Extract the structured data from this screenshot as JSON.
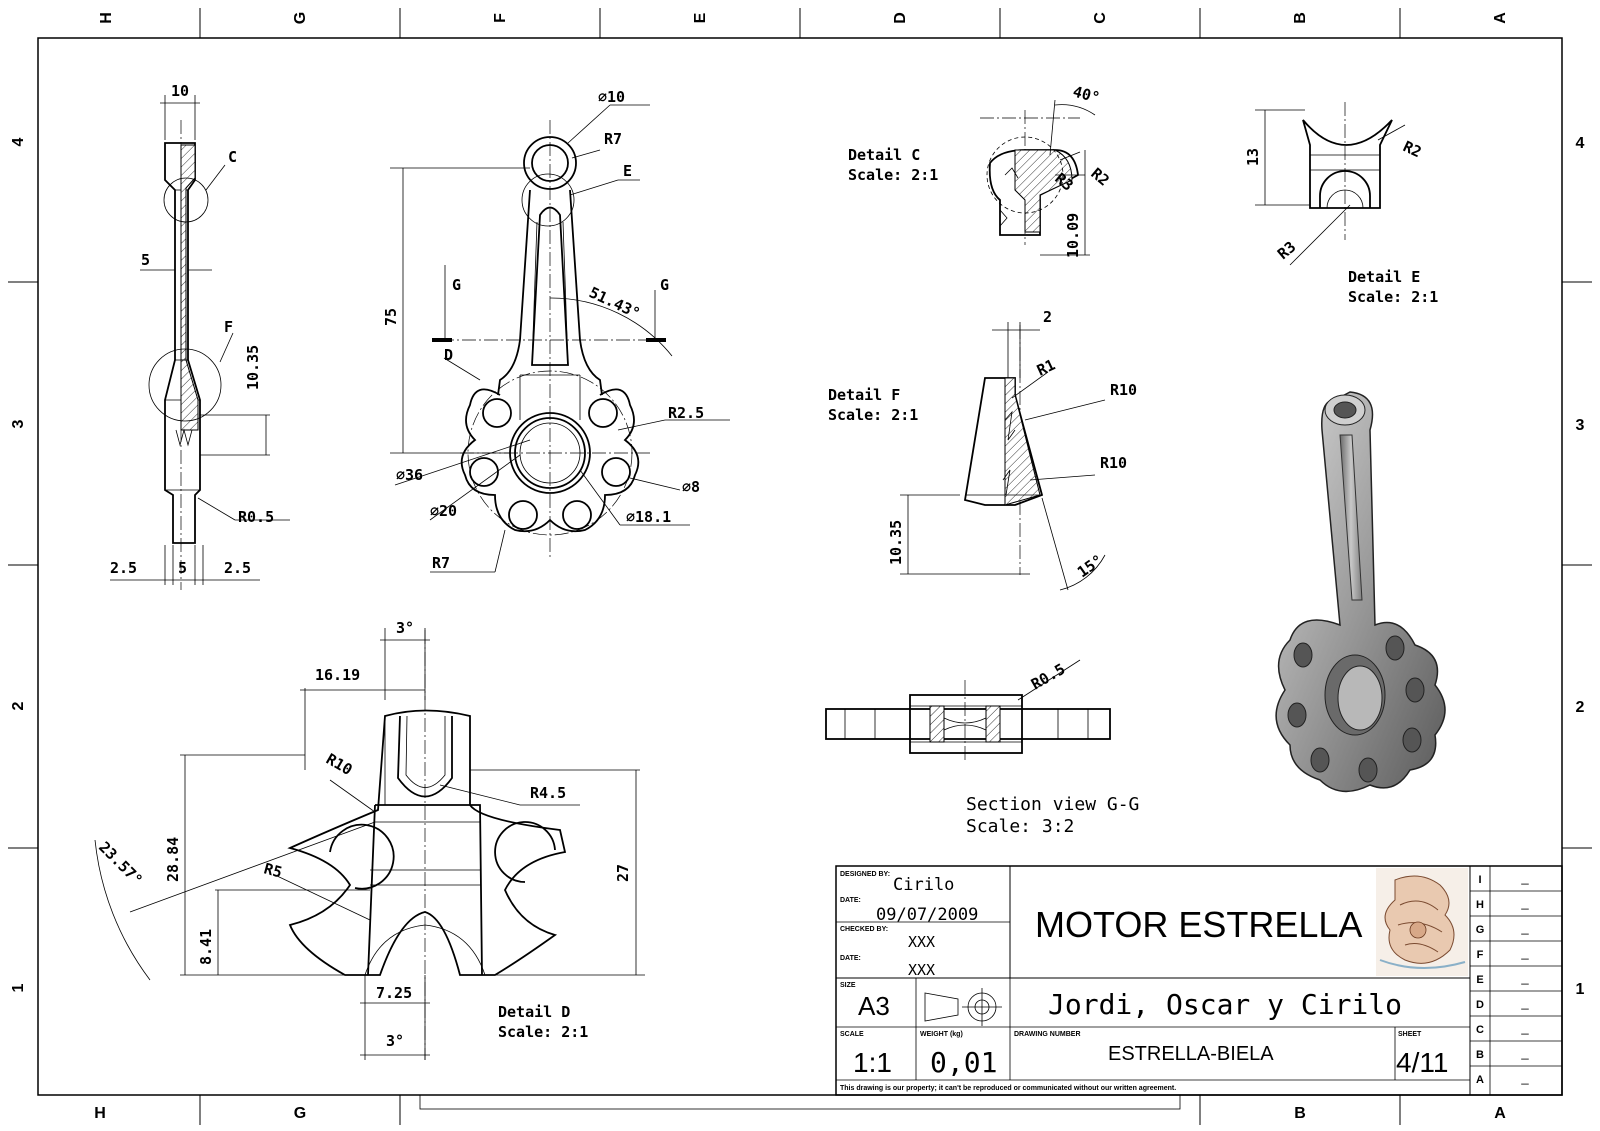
{
  "frame": {
    "cols_top": [
      "H",
      "G",
      "F",
      "E",
      "D",
      "C",
      "B",
      "A"
    ],
    "cols_bottom": [
      "H",
      "G",
      "B",
      "A"
    ],
    "rows": [
      "4",
      "3",
      "2",
      "1"
    ]
  },
  "side_view": {
    "dim_10": "10",
    "label_c": "C",
    "dim_5": "5",
    "label_f": "F",
    "dim_10_35": "10.35",
    "dim_r0_5": "R0.5",
    "dim_2_5_left": "2.5",
    "dim_5_bottom": "5",
    "dim_2_5_right": "2.5"
  },
  "front_view": {
    "dim_d10": "∅10",
    "dim_r7_top": "R7",
    "label_e": "E",
    "dim_75": "75",
    "label_g_left": "G",
    "label_g_right": "G",
    "dim_angle": "51.43°",
    "label_d": "D",
    "dim_r2_5": "R2.5",
    "dim_d36": "∅36",
    "dim_d8": "∅8",
    "dim_d20": "∅20",
    "dim_d18_1": "∅18.1",
    "dim_r7_bottom": "R7"
  },
  "detail_c": {
    "title": "Detail C",
    "scale": "Scale:  2:1",
    "dim_40": "40°",
    "dim_r2": "R2",
    "dim_r3": "R3",
    "dim_10_09": "10.09"
  },
  "detail_e": {
    "title": "Detail E",
    "scale": "Scale:  2:1",
    "dim_13": "13",
    "dim_r2": "R2",
    "dim_r3": "R3"
  },
  "detail_f": {
    "title": "Detail F",
    "scale": "Scale:  2:1",
    "dim_2": "2",
    "dim_r1": "R1",
    "dim_r10_top": "R10",
    "dim_r10_bottom": "R10",
    "dim_10_35": "10.35",
    "dim_15": "15°"
  },
  "section_gg": {
    "dim_r0_5": "R0.5",
    "title": "Section view G-G",
    "scale": "Scale:  3:2"
  },
  "detail_d": {
    "dim_3_top": "3°",
    "dim_16_19": "16.19",
    "dim_r10": "R10",
    "dim_r4_5": "R4.5",
    "dim_23_57": "23.57°",
    "dim_28_84": "28.84",
    "dim_27": "27",
    "dim_r5": "R5",
    "dim_8_41": "8.41",
    "dim_7_25": "7.25",
    "dim_3_bottom": "3°",
    "title": "Detail D",
    "scale": "Scale:  2:1"
  },
  "title_block": {
    "designed_by_label": "DESIGNED BY:",
    "designed_by": "Cirilo",
    "date_label": "DATE:",
    "date": "09/07/2009",
    "checked_by_label": "CHECKED BY:",
    "checked_by": "XXX",
    "date2_label": "DATE:",
    "date2": "XXX",
    "title": "MOTOR ESTRELLA",
    "size_label": "SIZE",
    "size": "A3",
    "authors": "Jordi, Oscar y Cirilo",
    "scale_label": "SCALE",
    "scale": "1:1",
    "weight_label": "WEIGHT (kg)",
    "weight": "0,01",
    "drawing_number_label": "DRAWING NUMBER",
    "drawing_number": "ESTRELLA-BIELA",
    "sheet_label": "SHEET",
    "sheet": "4/11",
    "footer": "This drawing is our property; it can't be reproduced or communicated without our written agreement.",
    "revisions": [
      "I",
      "H",
      "G",
      "F",
      "E",
      "D",
      "C",
      "B",
      "A"
    ],
    "revision_mark": "_"
  }
}
